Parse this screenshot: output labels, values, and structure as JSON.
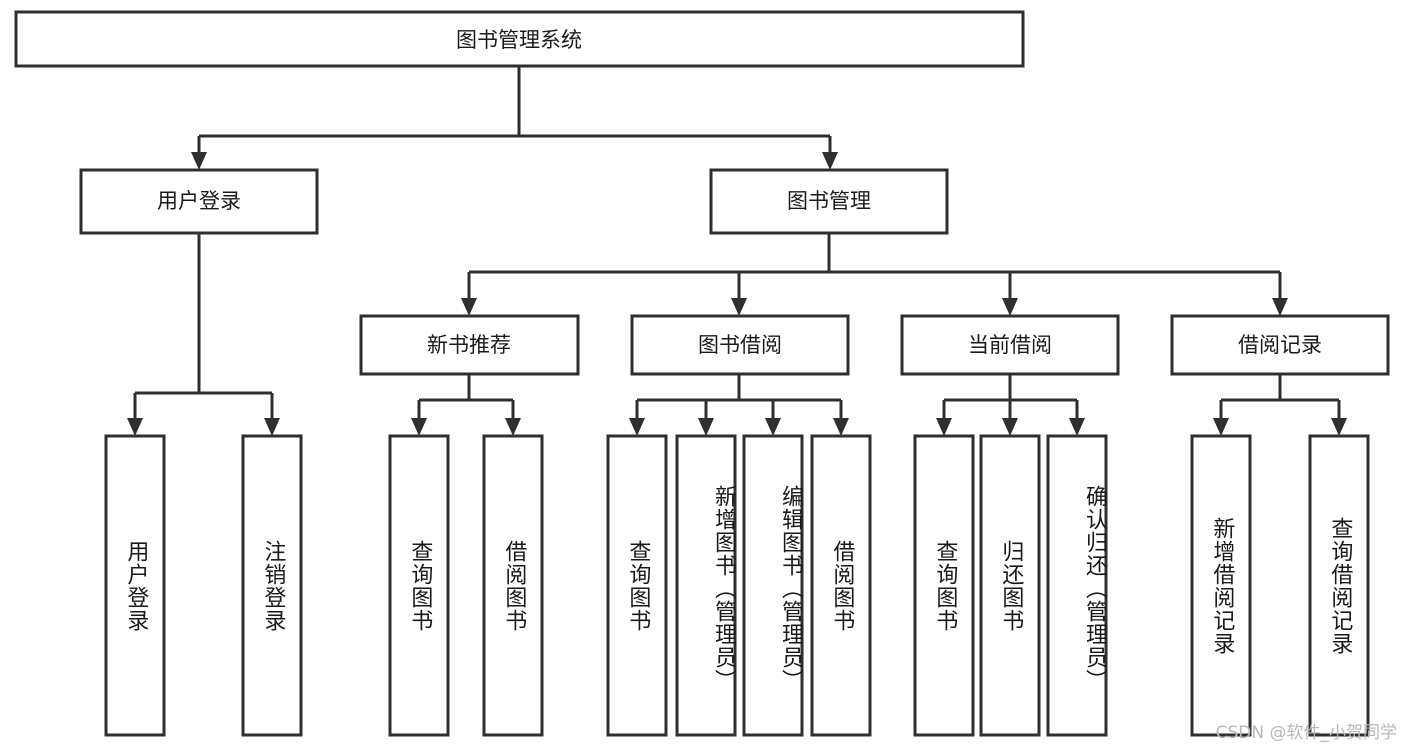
{
  "diagram": {
    "title": "图书管理系统",
    "type": "tree",
    "orientation": "top-down",
    "levels": 4,
    "root": {
      "id": "root",
      "label": "图书管理系统",
      "label_orientation": "horizontal"
    },
    "level2": [
      {
        "id": "user-login",
        "label": "用户登录",
        "label_orientation": "horizontal"
      },
      {
        "id": "book-management",
        "label": "图书管理",
        "label_orientation": "horizontal"
      }
    ],
    "level3": [
      {
        "id": "new-book-recommend",
        "label": "新书推荐",
        "label_orientation": "horizontal",
        "parent": "book-management"
      },
      {
        "id": "book-borrow",
        "label": "图书借阅",
        "label_orientation": "horizontal",
        "parent": "book-management"
      },
      {
        "id": "current-borrow",
        "label": "当前借阅",
        "label_orientation": "horizontal",
        "parent": "book-management"
      },
      {
        "id": "borrow-record",
        "label": "借阅记录",
        "label_orientation": "horizontal",
        "parent": "book-management"
      }
    ],
    "leaves": [
      {
        "id": "leaf-user-login",
        "label": "用户登录",
        "parent": "user-login",
        "label_orientation": "vertical"
      },
      {
        "id": "leaf-user-logout",
        "label": "注销登录",
        "parent": "user-login",
        "label_orientation": "vertical"
      },
      {
        "id": "leaf-query-book-1",
        "label": "查询图书",
        "parent": "new-book-recommend",
        "label_orientation": "vertical"
      },
      {
        "id": "leaf-borrow-book-1",
        "label": "借阅图书",
        "parent": "new-book-recommend",
        "label_orientation": "vertical"
      },
      {
        "id": "leaf-query-book-2",
        "label": "查询图书",
        "parent": "book-borrow",
        "label_orientation": "vertical"
      },
      {
        "id": "leaf-add-book",
        "label": "新增图书（管理员）",
        "parent": "book-borrow",
        "label_orientation": "vertical"
      },
      {
        "id": "leaf-edit-book",
        "label": "编辑图书（管理员）",
        "parent": "book-borrow",
        "label_orientation": "vertical"
      },
      {
        "id": "leaf-borrow-book-2",
        "label": "借阅图书",
        "parent": "book-borrow",
        "label_orientation": "vertical"
      },
      {
        "id": "leaf-query-book-3",
        "label": "查询图书",
        "parent": "current-borrow",
        "label_orientation": "vertical"
      },
      {
        "id": "leaf-return-book",
        "label": "归还图书",
        "parent": "current-borrow",
        "label_orientation": "vertical"
      },
      {
        "id": "leaf-confirm-return",
        "label": "确认归还（管理员）",
        "parent": "current-borrow",
        "label_orientation": "vertical"
      },
      {
        "id": "leaf-add-record",
        "label": "新增借阅记录",
        "parent": "borrow-record",
        "label_orientation": "vertical"
      },
      {
        "id": "leaf-query-record",
        "label": "查询借阅记录",
        "parent": "borrow-record",
        "label_orientation": "vertical"
      }
    ],
    "colors": {
      "box_stroke": "#2f2f2f",
      "box_fill": "#ffffff",
      "connector": "#2f2f2f",
      "text": "#1a1a1a",
      "background": "#ffffff",
      "watermark": "#b8b8b8"
    }
  },
  "watermark": {
    "text": "CSDN @软件_小贺同学"
  }
}
